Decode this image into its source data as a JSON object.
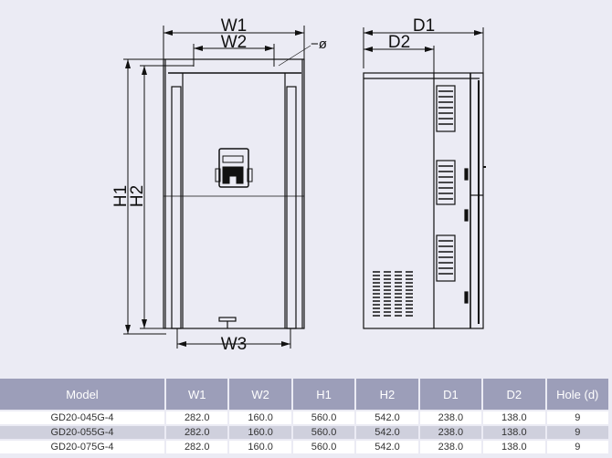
{
  "labels": {
    "w1": "W1",
    "w2": "W2",
    "w3": "W3",
    "h1": "H1",
    "h2": "H2",
    "d1": "D1",
    "d2": "D2",
    "hole": "−ø"
  },
  "table": {
    "headers": [
      "Model",
      "W1",
      "W2",
      "H1",
      "H2",
      "D1",
      "D2",
      "Hole (d)"
    ],
    "rows": [
      [
        "GD20-045G-4",
        "282.0",
        "160.0",
        "560.0",
        "542.0",
        "238.0",
        "138.0",
        "9"
      ],
      [
        "GD20-055G-4",
        "282.0",
        "160.0",
        "560.0",
        "542.0",
        "238.0",
        "138.0",
        "9"
      ],
      [
        "GD20-075G-4",
        "282.0",
        "160.0",
        "560.0",
        "542.0",
        "238.0",
        "138.0",
        "9"
      ]
    ]
  },
  "colors": {
    "background": "#ebebf4",
    "header": "#9c9eb9",
    "row_alt": "#cfd0dd"
  }
}
